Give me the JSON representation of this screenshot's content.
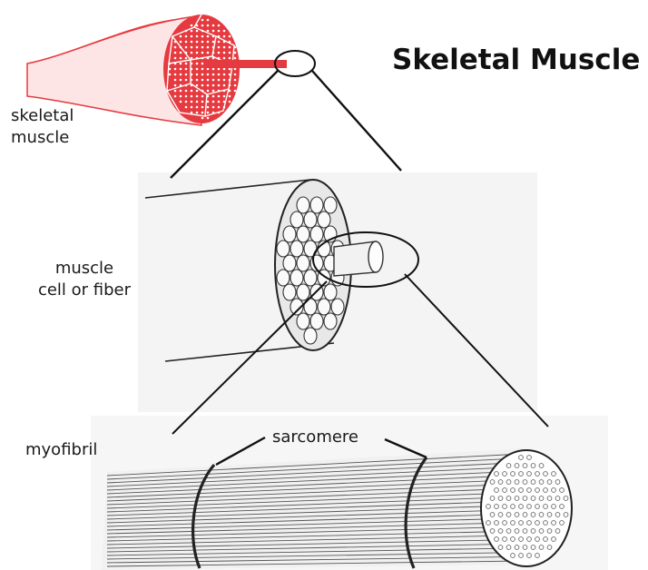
{
  "title": "Skeletal Muscle",
  "labels": {
    "skeletal_muscle": [
      "skeletal",
      "muscle"
    ],
    "muscle_fiber": [
      "muscle",
      "cell or fiber"
    ],
    "myofibril": "myofibril",
    "sarcomere": "sarcomere"
  },
  "colors": {
    "muscle_red": "#e53a3f",
    "muscle_pink": "#f39aa0",
    "outline": "#111111",
    "panel_bg": "#f4f4f4"
  }
}
